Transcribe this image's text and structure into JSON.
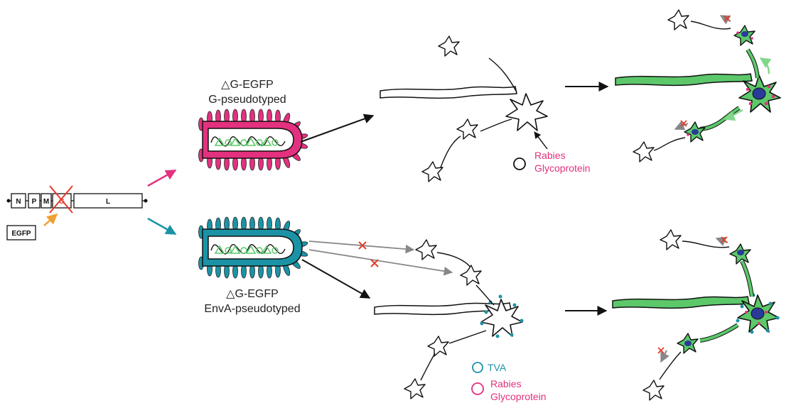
{
  "genome": {
    "genes": [
      "N",
      "P",
      "M",
      "G",
      "L"
    ],
    "insert": "EGFP"
  },
  "virus_top": {
    "title": "△G-EGFP",
    "subtitle": "G-pseudotyped",
    "genome_label": "△G",
    "spike_color": "#e3317f"
  },
  "virus_bottom": {
    "title": "△G-EGFP",
    "subtitle": "EnvA-pseudotyped",
    "genome_label": "△G",
    "spike_color": "#1b93a6"
  },
  "legend_top": {
    "glyco_line1": "Rabies",
    "glyco_line2": "Glycoprotein"
  },
  "legend_bottom": {
    "tva": "TVA",
    "glyco_line1": "Rabies",
    "glyco_line2": "Glycoprotein"
  },
  "colors": {
    "pink": "#e3317f",
    "teal": "#1b93a6",
    "orange": "#f0a030",
    "green": "#5cc86a",
    "light_green": "#7fd88a",
    "nucleus": "#2a3a9a",
    "red_x": "#e53a2a",
    "gray_arrow": "#888888"
  }
}
